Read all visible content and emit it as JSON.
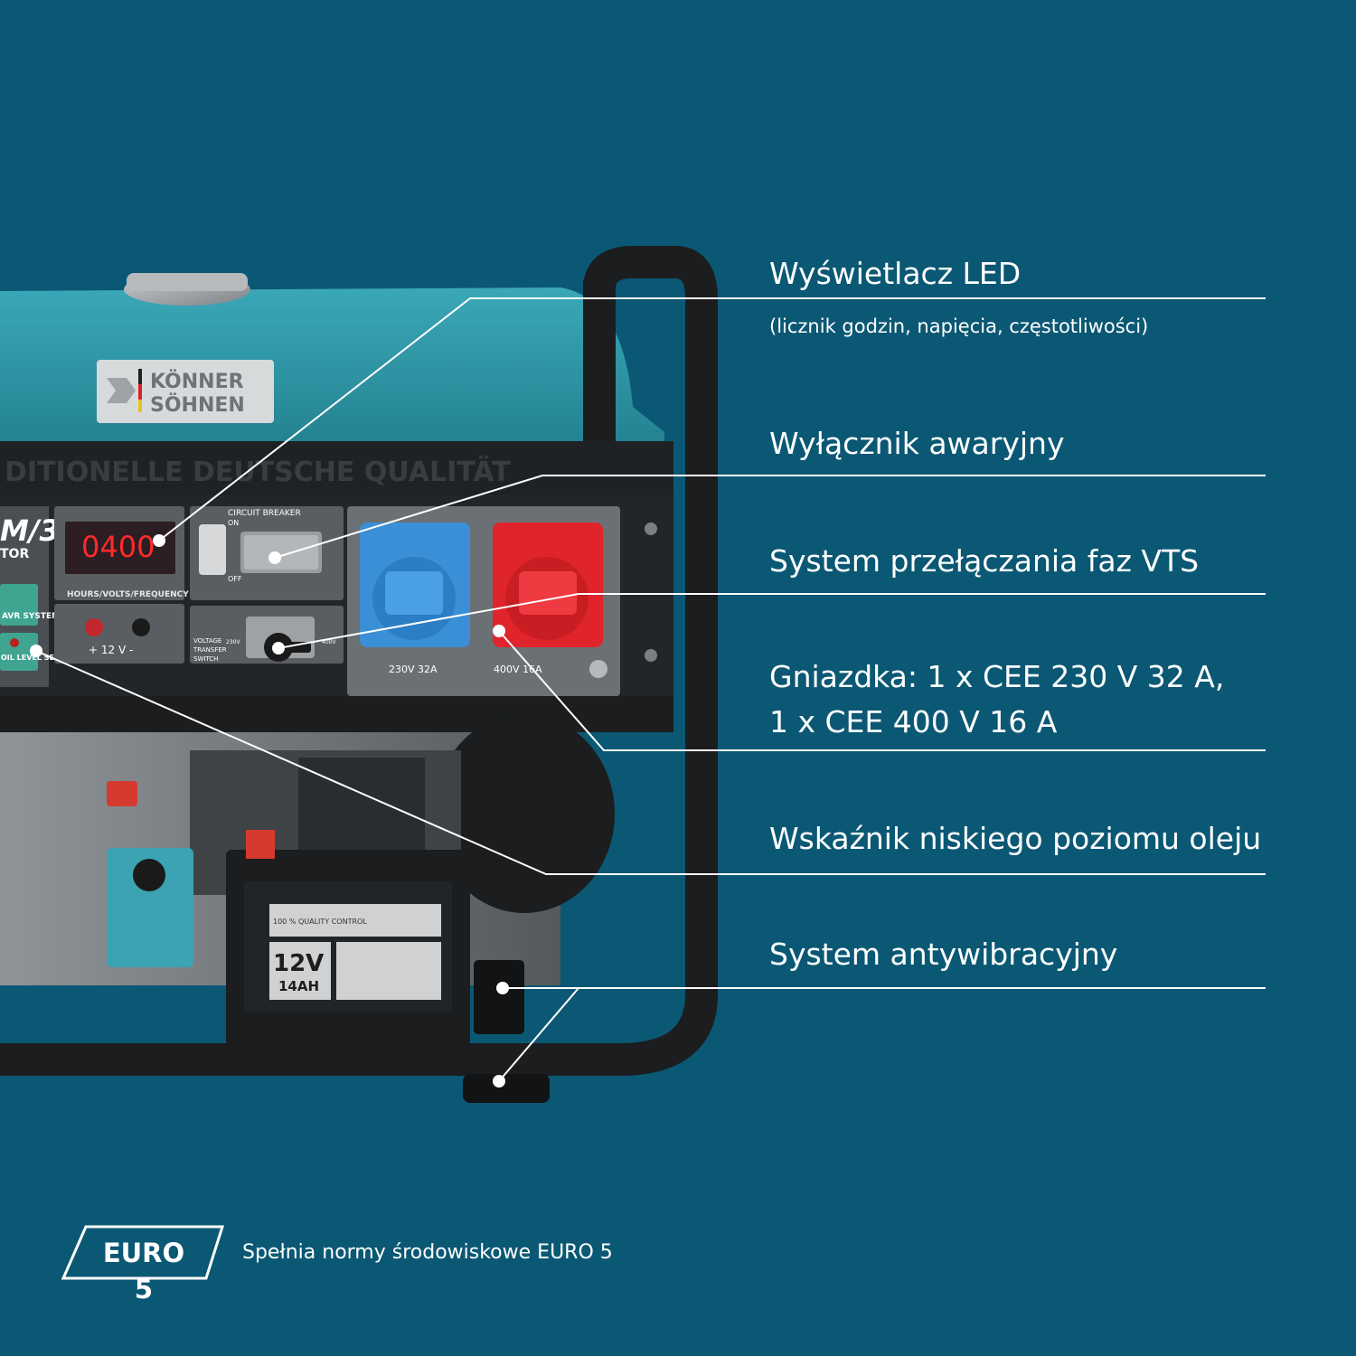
{
  "colors": {
    "background": "#0b5874",
    "housing_teal": "#2f97a8",
    "frame_black": "#1b1d1f",
    "panel_grey": "#5a5e63",
    "socket_blue": "#3a8fd6",
    "socket_red": "#e0242b",
    "callout_line": "#ffffff"
  },
  "product": {
    "brand_top": "KÖNNER",
    "brand_bottom": "SÖHNEN",
    "engraving": "DITIONELLE DEUTSCHE QUALITÄT",
    "model_fragment": "M/3",
    "model_sub": "TOR",
    "display": {
      "reading": "0400",
      "caption": "HOURS/VOLTS/FREQUENCY"
    },
    "breaker": {
      "title": "CIRCUIT BREAKER",
      "on": "ON",
      "off": "OFF"
    },
    "dc_out": "+ 12 V -",
    "vts": {
      "label_lines": [
        "VOLTAGE",
        "TRANSFER",
        "SWITCH"
      ],
      "left": "230V",
      "right": "400V"
    },
    "avr": "AVR SYSTEM",
    "oil": "OIL LEVEL SENSOR",
    "socket_left_label": "230V 32A",
    "socket_right_label": "400V 16A",
    "battery": {
      "quality": "100 % QUALITY CONTROL",
      "voltage": "12V",
      "capacity": "14AH"
    }
  },
  "callouts": [
    {
      "title": "Wyświetlacz LED",
      "subtitle": "(licznik godzin, napięcia, częstotliwości)"
    },
    {
      "title": "Wyłącznik awaryjny"
    },
    {
      "title": "System przełączania faz VTS"
    },
    {
      "title_lines": [
        "Gniazdka: 1 x CEE 230 V 32 A,",
        "1 x CEE 400 V 16 A"
      ]
    },
    {
      "title": "Wskaźnik niskiego poziomu oleju"
    },
    {
      "title": "System antywibracyjny"
    }
  ],
  "footer": {
    "badge": "EURO 5",
    "description": "Spełnia normy środowiskowe EURO 5"
  }
}
